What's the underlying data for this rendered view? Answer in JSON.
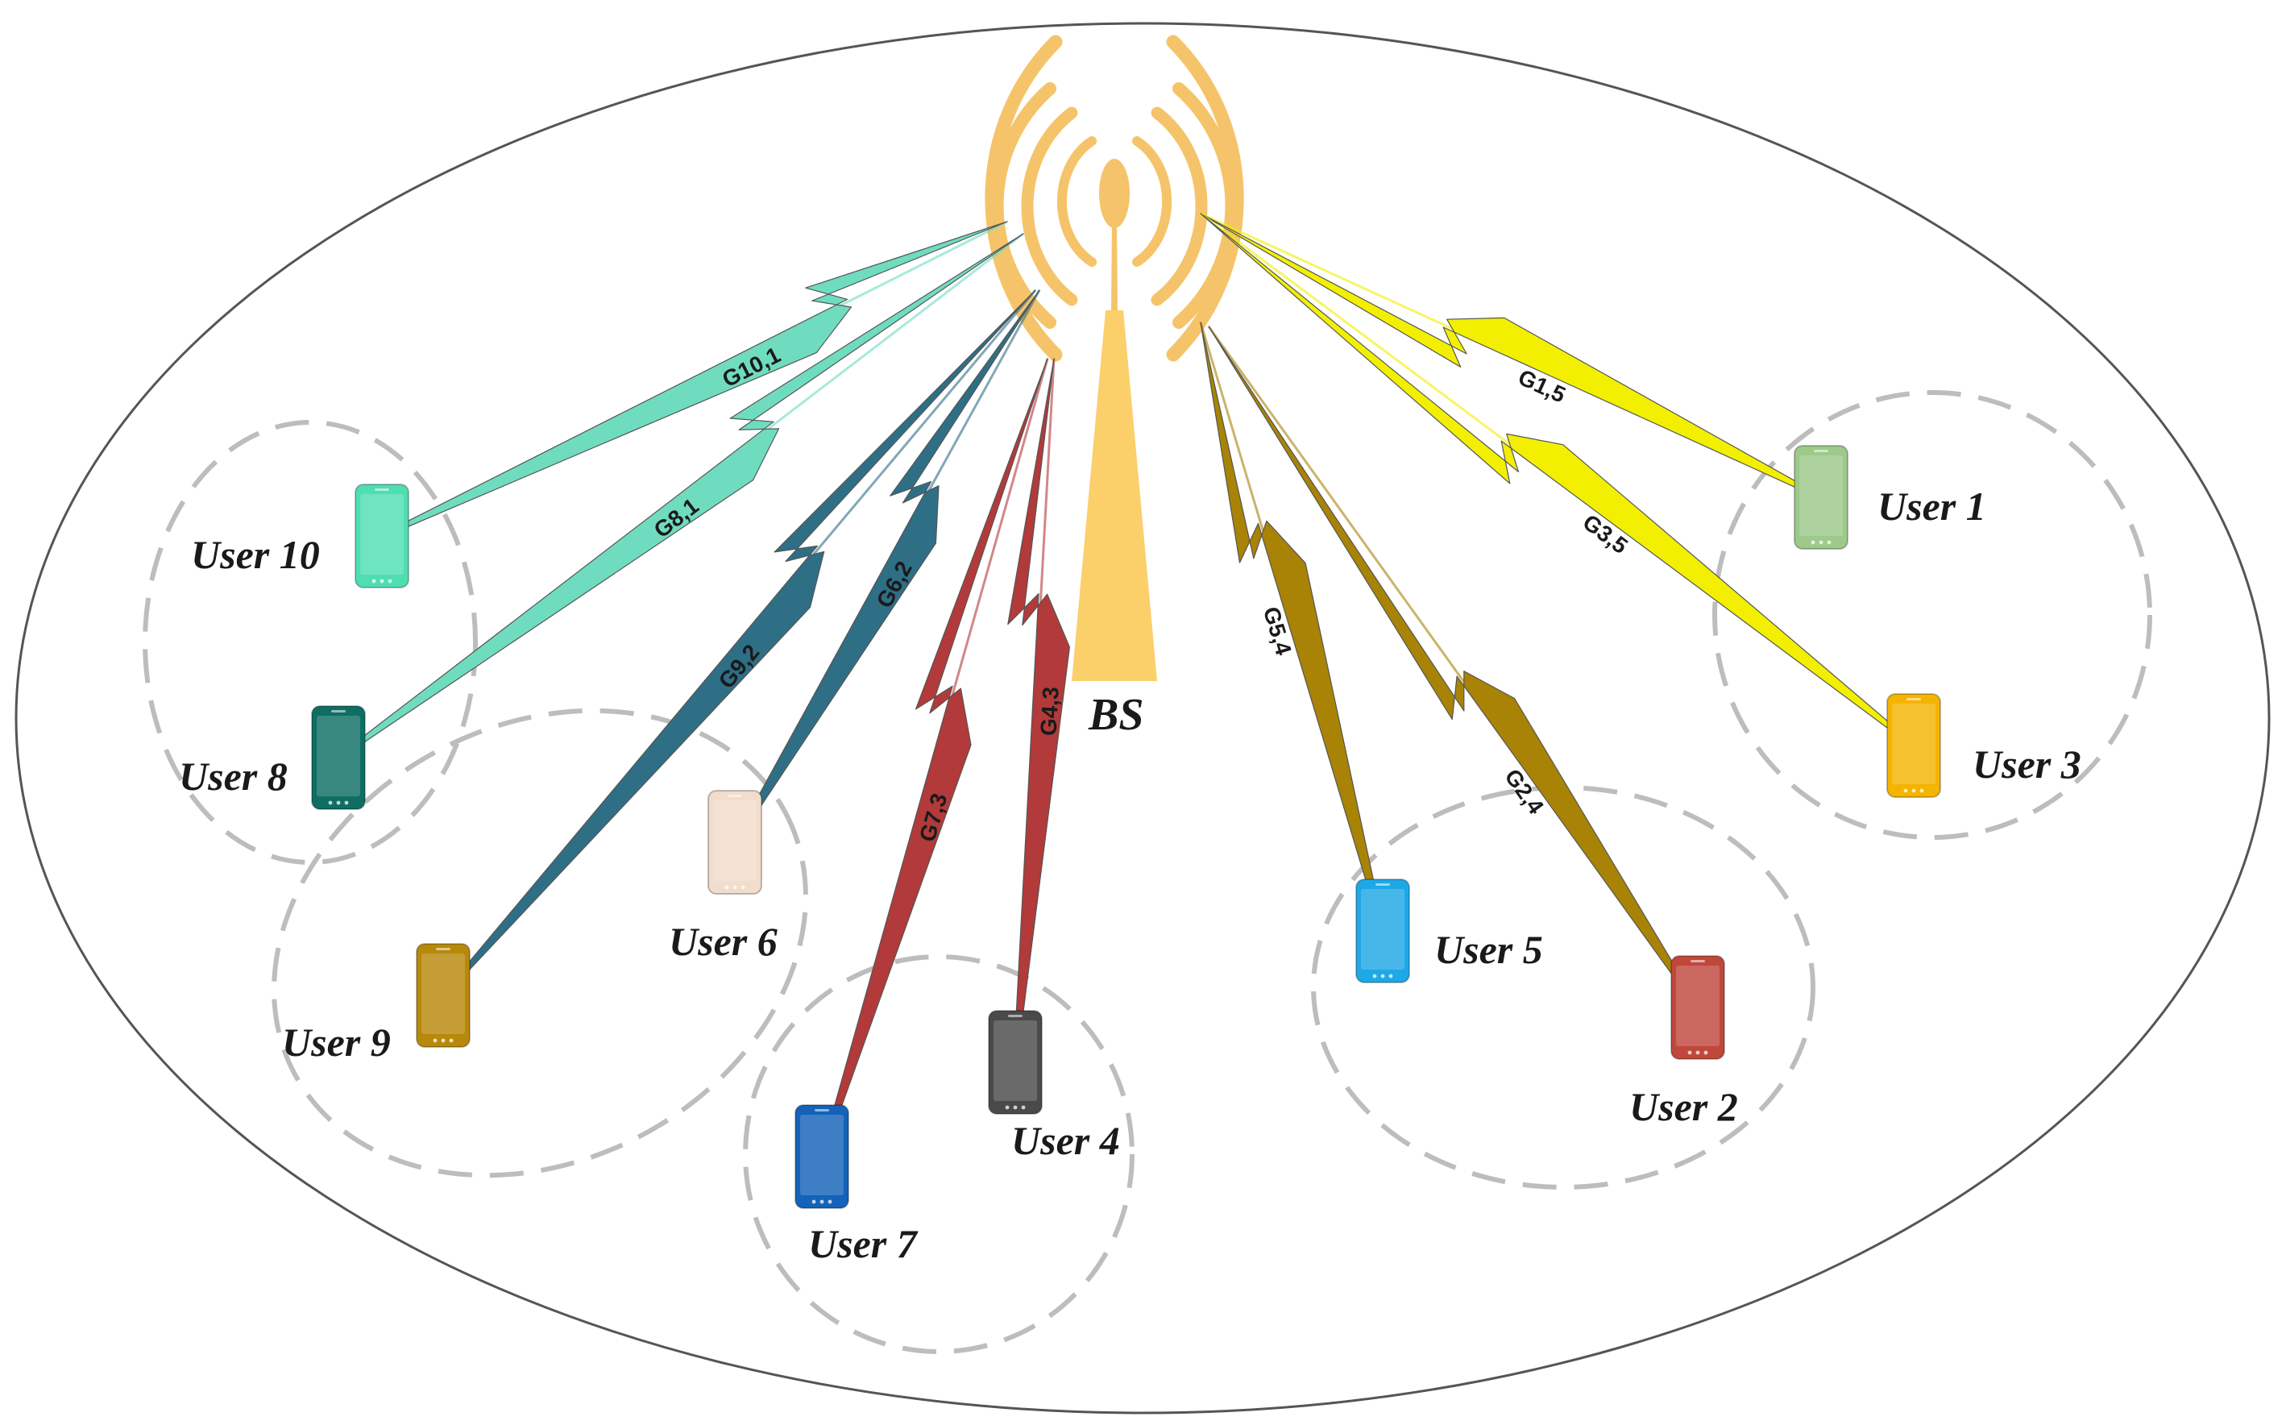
{
  "base_station": {
    "label": "BS",
    "color": "#f7c55a",
    "mast_color": "#fbd06b",
    "wave_color": "#f5c46a"
  },
  "users": [
    {
      "id": "user-1",
      "label": "User 1",
      "color": "#9dc98a"
    },
    {
      "id": "user-2",
      "label": "User 2",
      "color": "#c0473c"
    },
    {
      "id": "user-3",
      "label": "User 3",
      "color": "#f5b400"
    },
    {
      "id": "user-4",
      "label": "User 4",
      "color": "#4a4a4a"
    },
    {
      "id": "user-5",
      "label": "User 5",
      "color": "#1fa8e6"
    },
    {
      "id": "user-6",
      "label": "User 6",
      "color": "#f2dccb"
    },
    {
      "id": "user-7",
      "label": "User 7",
      "color": "#1462b9"
    },
    {
      "id": "user-8",
      "label": "User 8",
      "color": "#0e6e63"
    },
    {
      "id": "user-9",
      "label": "User 9",
      "color": "#b8880a"
    },
    {
      "id": "user-10",
      "label": "User 10",
      "color": "#4fdeb1"
    }
  ],
  "links": [
    {
      "id": "g1-5",
      "label": "G1,5",
      "user": "user-1",
      "color": "#f2f000"
    },
    {
      "id": "g3-5",
      "label": "G3,5",
      "user": "user-3",
      "color": "#f2f000"
    },
    {
      "id": "g2-4",
      "label": "G2,4",
      "user": "user-2",
      "color": "#a88306"
    },
    {
      "id": "g5-4",
      "label": "G5,4",
      "user": "user-5",
      "color": "#a88306"
    },
    {
      "id": "g4-3",
      "label": "G4,3",
      "user": "user-4",
      "color": "#b23a3a"
    },
    {
      "id": "g7-3",
      "label": "G7,3",
      "user": "user-7",
      "color": "#b23a3a"
    },
    {
      "id": "g6-2",
      "label": "G6,2",
      "user": "user-6",
      "color": "#2e6f86"
    },
    {
      "id": "g9-2",
      "label": "G9,2",
      "user": "user-9",
      "color": "#2e6f86"
    },
    {
      "id": "g8-1",
      "label": "G8,1",
      "user": "user-8",
      "color": "#6fdcc0"
    },
    {
      "id": "g10-1",
      "label": "G10,1",
      "user": "user-10",
      "color": "#6fdcc0"
    }
  ],
  "colors": {
    "outline": "#555555",
    "cluster_dash": "#bdbdbd"
  }
}
